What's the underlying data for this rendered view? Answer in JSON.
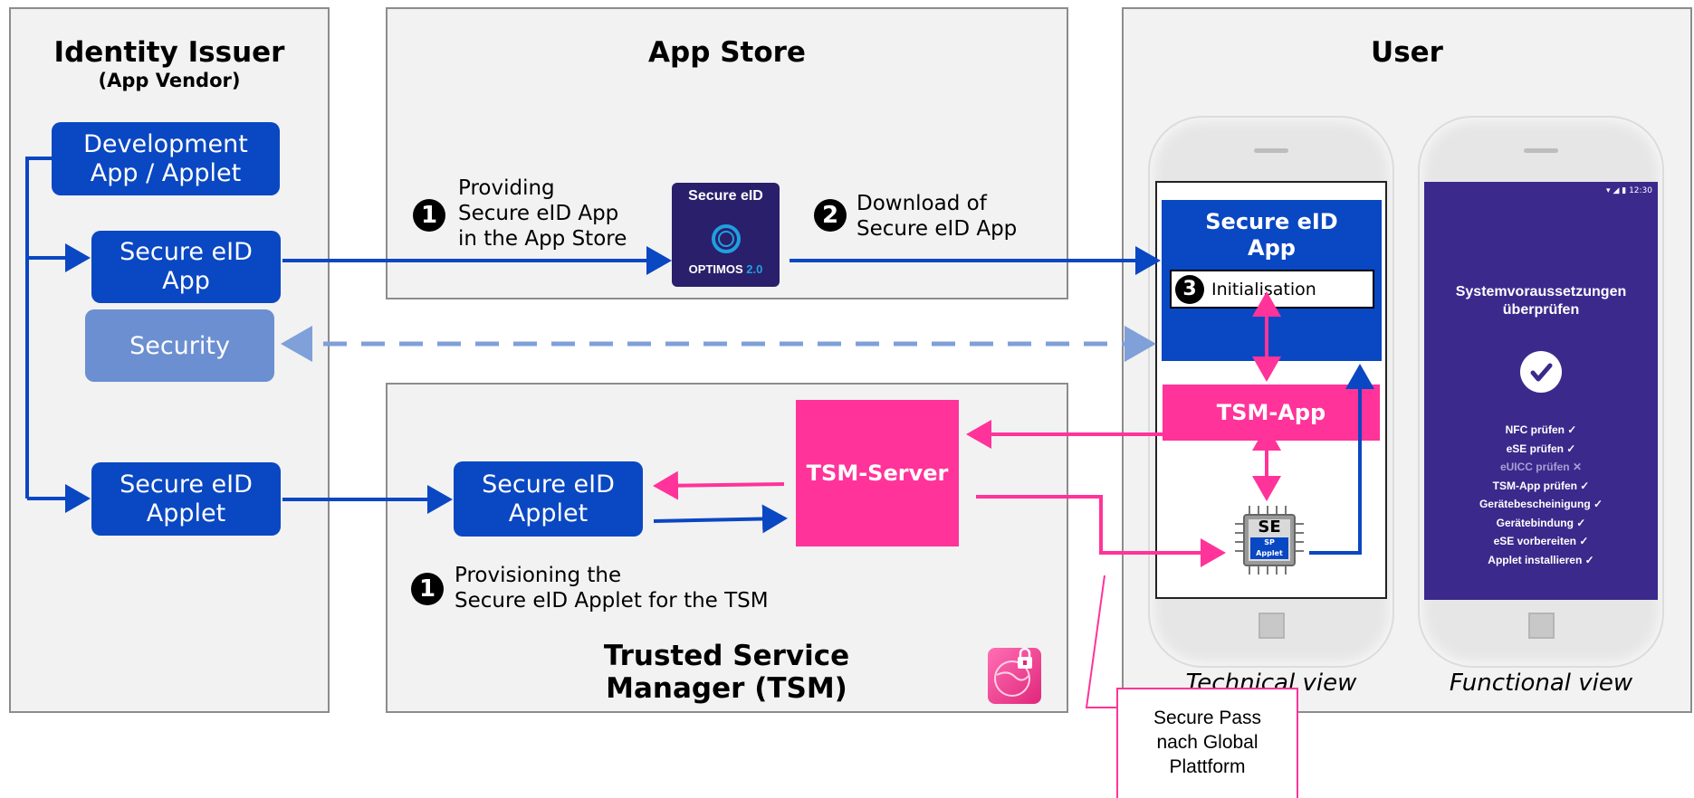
{
  "panels": {
    "issuer": {
      "title": "Identity Issuer",
      "subtitle": "(App Vendor)"
    },
    "appstore": {
      "title": "App Store"
    },
    "user": {
      "title": "User"
    },
    "tsm": {
      "title_line1": "Trusted Service",
      "title_line2": "Manager (TSM)"
    }
  },
  "issuer_boxes": {
    "development": {
      "line1": "Development",
      "line2": "App / Applet"
    },
    "secure_app": {
      "line1": "Secure eID",
      "line2": "App"
    },
    "security": "Security",
    "secure_applet": {
      "line1": "Secure eID",
      "line2": "Applet"
    }
  },
  "appstore": {
    "step_number": "1",
    "step_text": [
      "Providing",
      "Secure eID App",
      "in the App Store"
    ],
    "app_icon": {
      "title": "Secure eID",
      "brand": "OPTIMOS",
      "version": "2.0"
    },
    "download_number": "2",
    "download_text": [
      "Download of",
      "Secure eID App"
    ]
  },
  "tsm": {
    "applet_box": {
      "line1": "Secure eID",
      "line2": "Applet"
    },
    "server": "TSM-Server",
    "step_number": "1",
    "step_text": [
      "Provisioning the",
      "Secure eID Applet for the TSM"
    ],
    "lock_icon": "lock-globe-icon"
  },
  "technical_phone": {
    "app_title": {
      "line1": "Secure eID",
      "line2": "App"
    },
    "init_number": "3",
    "init_text": "Initialisation",
    "tsm_app": "TSM-App",
    "chip_se": "SE",
    "chip_applet": "SP Applet",
    "caption": "Technical view"
  },
  "functional_phone": {
    "status_bar": "12:30",
    "heading": [
      "Systemvoraussetzungen",
      "überprüfen"
    ],
    "check_icon": "checkmark-circle-icon",
    "checks": [
      {
        "text": "NFC prüfen ✓",
        "color": "#ffffff"
      },
      {
        "text": "eSE prüfen ✓",
        "color": "#ffffff"
      },
      {
        "text": "eUICC prüfen ✕",
        "color": "#a99fd4"
      },
      {
        "text": "TSM-App prüfen ✓",
        "color": "#ffffff"
      },
      {
        "text": "Gerätebescheinigung ✓",
        "color": "#ffffff"
      },
      {
        "text": "Gerätebindung ✓",
        "color": "#ffffff"
      },
      {
        "text": "eSE vorbereiten ✓",
        "color": "#ffffff"
      },
      {
        "text": "Applet installieren ✓",
        "color": "#ffffff"
      }
    ],
    "caption": "Functional view"
  },
  "callout": {
    "line1": "Secure Pass",
    "line2": "nach Global",
    "line3": "Plattform"
  },
  "colors": {
    "blue": "#0a47c2",
    "light_blue": "#6b8fd1",
    "pink": "#ff3399",
    "dashed": "#7fa0d8",
    "phone_screen": "#3b2a8c"
  }
}
